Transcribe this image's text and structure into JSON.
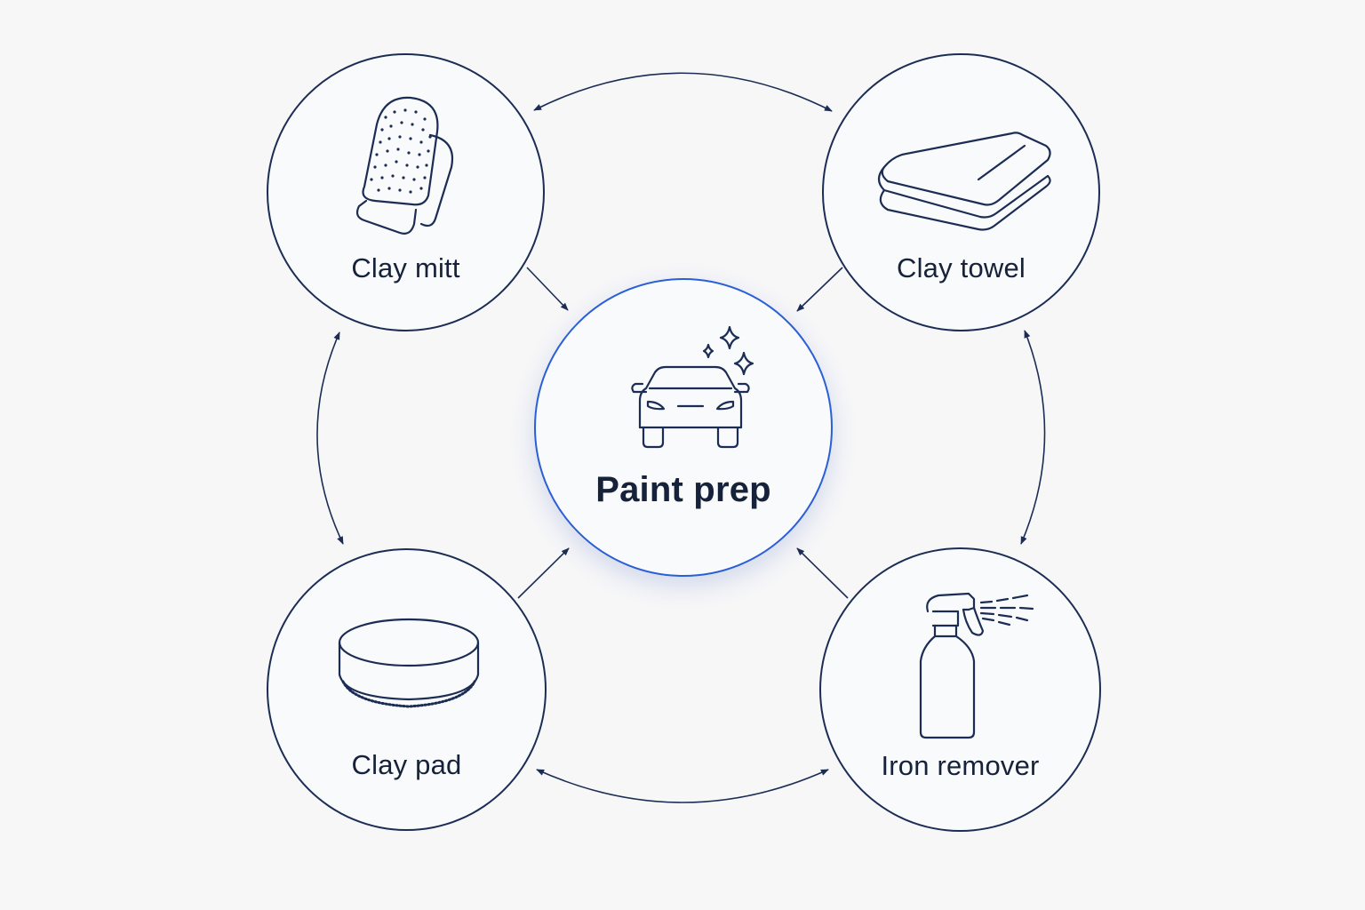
{
  "diagram": {
    "center": {
      "label": "Paint prep",
      "icon": "car-sparkle-icon"
    },
    "nodes": [
      {
        "id": "clay-mitt",
        "label": "Clay mitt",
        "icon": "mitt-icon"
      },
      {
        "id": "clay-towel",
        "label": "Clay towel",
        "icon": "towel-icon"
      },
      {
        "id": "clay-pad",
        "label": "Clay pad",
        "icon": "pad-icon"
      },
      {
        "id": "iron-remover",
        "label": "Iron remover",
        "icon": "spray-bottle-icon"
      }
    ],
    "connections": {
      "to_center": [
        "Clay mitt",
        "Clay towel",
        "Clay pad",
        "Iron remover"
      ],
      "bidirectional": [
        [
          "Clay mitt",
          "Clay towel"
        ],
        [
          "Clay towel",
          "Iron remover"
        ],
        [
          "Iron remover",
          "Clay pad"
        ],
        [
          "Clay pad",
          "Clay mitt"
        ]
      ]
    },
    "colors": {
      "stroke": "#1c2d55",
      "accent": "#2a5fd6",
      "text": "#16213a",
      "background": "#f7f7f8"
    }
  }
}
